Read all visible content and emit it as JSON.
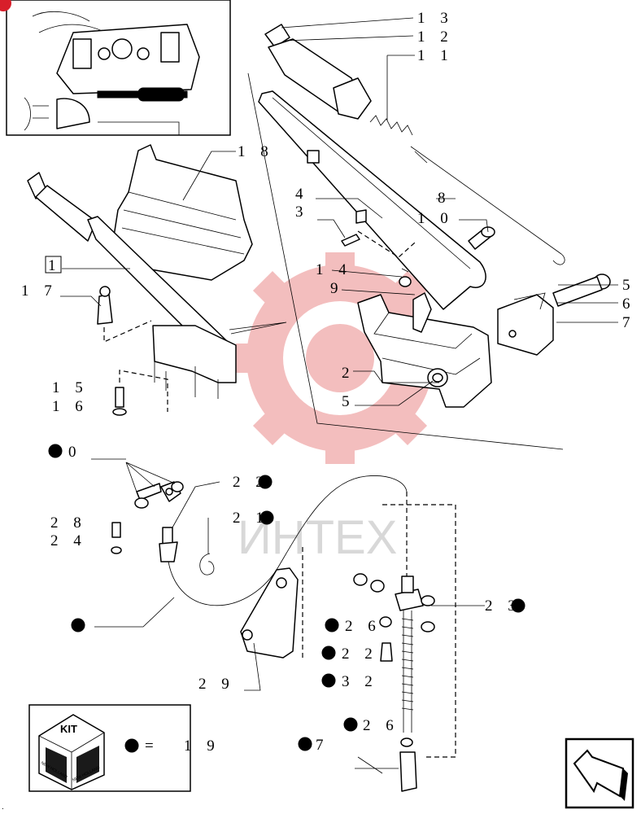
{
  "watermark": {
    "text": "ИНТЕХ",
    "color": "#f2b3b3"
  },
  "kit": {
    "label": "KIT",
    "brand": "NEW HOLLAND",
    "equals": "=",
    "ref": "1 9"
  },
  "callouts": [
    {
      "id": "c13",
      "text": "1 3"
    },
    {
      "id": "c12",
      "text": "1 2"
    },
    {
      "id": "c11",
      "text": "1 1"
    },
    {
      "id": "c18",
      "text": "1 8"
    },
    {
      "id": "c4",
      "text": "4"
    },
    {
      "id": "c3",
      "text": "3"
    },
    {
      "id": "c8",
      "text": "8"
    },
    {
      "id": "c10",
      "text": "1 0"
    },
    {
      "id": "c1",
      "text": "1"
    },
    {
      "id": "c17",
      "text": "1 7"
    },
    {
      "id": "c14",
      "text": "1 4"
    },
    {
      "id": "c9",
      "text": "9"
    },
    {
      "id": "c5a",
      "text": "5"
    },
    {
      "id": "c6",
      "text": "6"
    },
    {
      "id": "c7",
      "text": "7"
    },
    {
      "id": "c2",
      "text": "2"
    },
    {
      "id": "c5b",
      "text": "5"
    },
    {
      "id": "c15",
      "text": "1 5"
    },
    {
      "id": "c16",
      "text": "1 6"
    },
    {
      "id": "c20",
      "text": "0"
    },
    {
      "id": "c22a",
      "text": "2 2"
    },
    {
      "id": "c21",
      "text": "2 1"
    },
    {
      "id": "c28",
      "text": "2 8"
    },
    {
      "id": "c24",
      "text": "2 4"
    },
    {
      "id": "c23",
      "text": "2 3"
    },
    {
      "id": "c26a",
      "text": "2 6"
    },
    {
      "id": "c22b",
      "text": "2 2"
    },
    {
      "id": "c32",
      "text": "3 2"
    },
    {
      "id": "c29",
      "text": "2 9"
    },
    {
      "id": "c26b",
      "text": "2 6"
    },
    {
      "id": "c27",
      "text": "7"
    }
  ]
}
